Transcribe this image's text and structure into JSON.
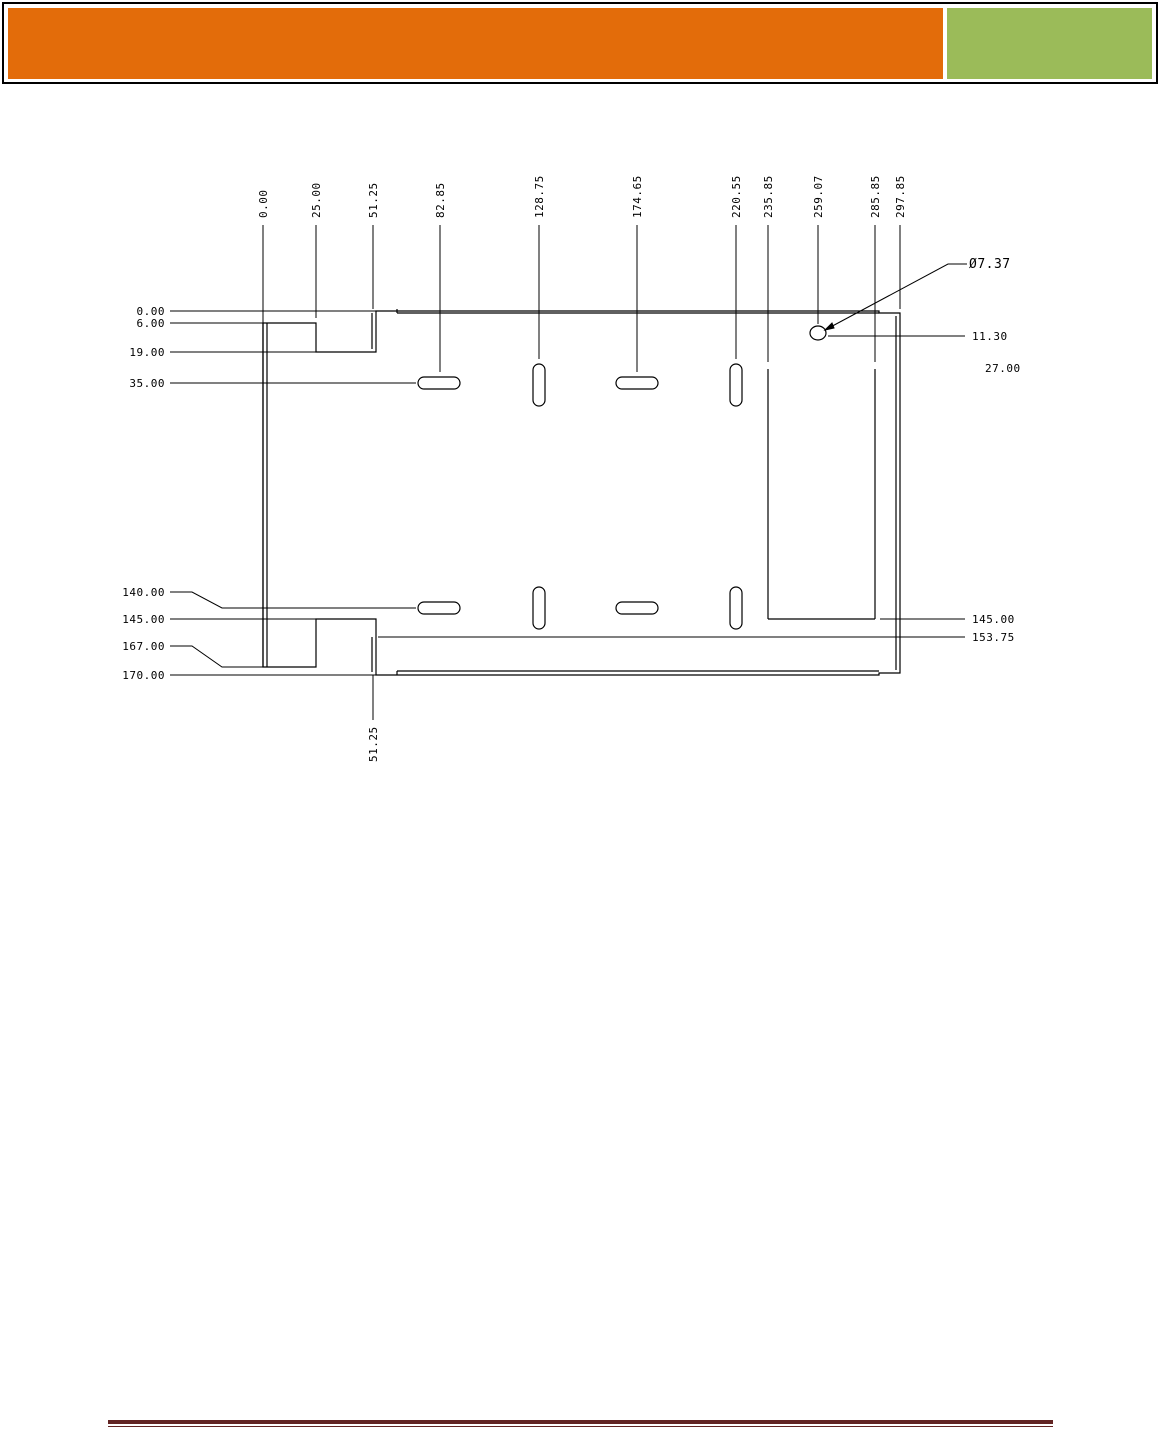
{
  "colors": {
    "header_orange": "#E36C0A",
    "header_green": "#9BBB59",
    "footer_rule": "#622423"
  },
  "drawing": {
    "top_dims": [
      "0.00",
      "25.00",
      "51.25",
      "82.85",
      "128.75",
      "174.65",
      "220.55",
      "235.85",
      "259.07",
      "285.85",
      "297.85"
    ],
    "left_dims": [
      "0.00",
      "6.00",
      "19.00",
      "35.00",
      "140.00",
      "145.00",
      "167.00",
      "170.00"
    ],
    "right_dims": [
      "11.30",
      "27.00",
      "145.00",
      "153.75"
    ],
    "bottom_dim": "51.25",
    "hole_dim": "Ø7.37"
  }
}
